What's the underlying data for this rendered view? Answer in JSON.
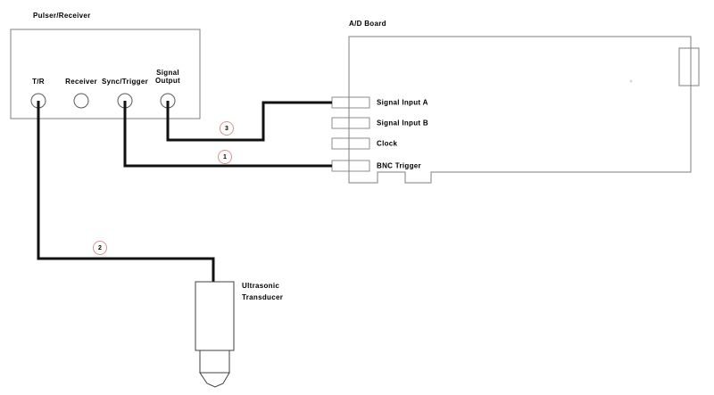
{
  "diagram": {
    "pulser": {
      "title": "Pulser/Receiver",
      "ports": [
        {
          "label": "T/R"
        },
        {
          "label": "Receiver"
        },
        {
          "label": "Sync/Trigger"
        },
        {
          "label": "Signal Output"
        }
      ]
    },
    "ad_board": {
      "title": "A/D Board",
      "connectors": [
        {
          "label": "Signal Input A"
        },
        {
          "label": "Signal Input B"
        },
        {
          "label": "Clock"
        },
        {
          "label": "BNC Trigger"
        }
      ]
    },
    "transducer": {
      "label": "Ultrasonic Transducer"
    },
    "cable_markers": [
      {
        "number": "1",
        "connects": "Sync/Trigger to BNC Trigger"
      },
      {
        "number": "2",
        "connects": "T/R to Ultrasonic Transducer"
      },
      {
        "number": "3",
        "connects": "Signal Output to Signal Input A"
      }
    ],
    "colors": {
      "wire": "#111111",
      "outline_grey": "#7f7f7f",
      "connector_grey": "#8c8c8c",
      "marker_red": "#e09090",
      "text": "#000000",
      "background": "#ffffff"
    }
  }
}
